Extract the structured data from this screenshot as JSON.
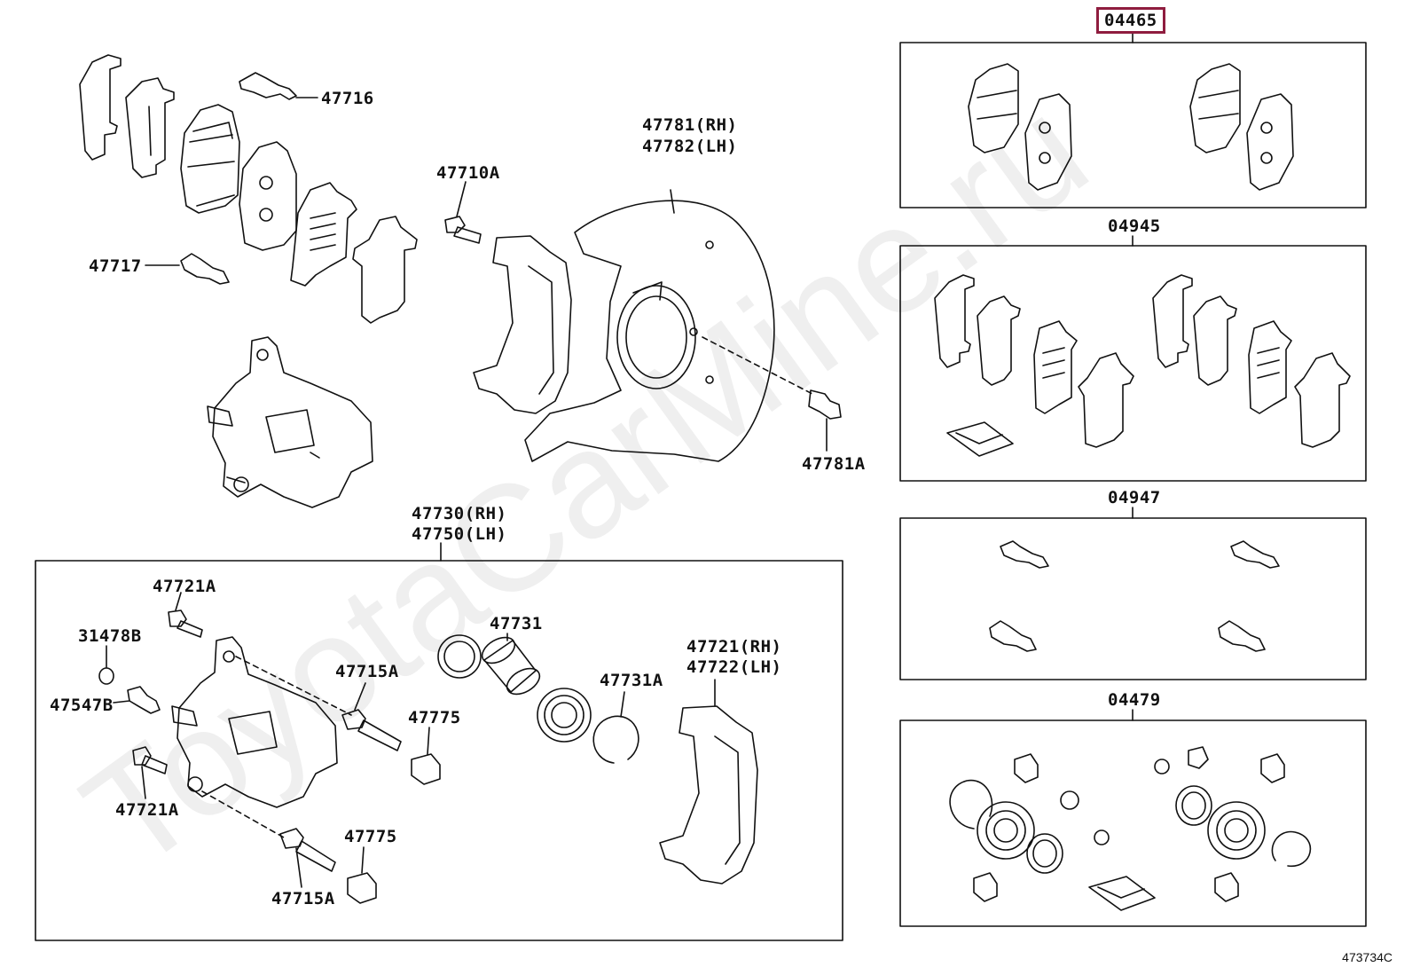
{
  "watermark": "ToyotaCarMine.ru",
  "diagram_id": "473734C",
  "highlight_part": "04465",
  "labels": {
    "p47716": "47716",
    "p47717": "47717",
    "p47710A": "47710A",
    "p47781_rh": "47781(RH)",
    "p47782_lh": "47782(LH)",
    "p47781A": "47781A",
    "p47730_rh": "47730(RH)",
    "p47750_lh": "47750(LH)",
    "p47721A_top": "47721A",
    "p31478B": "31478B",
    "p47547B": "47547B",
    "p47721A_bottom": "47721A",
    "p47715A_top": "47715A",
    "p47775_top": "47775",
    "p47775_bottom": "47775",
    "p47715A_bottom": "47715A",
    "p47731": "47731",
    "p47731A": "47731A",
    "p47721_rh": "47721(RH)",
    "p47722_lh": "47722(LH)",
    "kit04465": "04465",
    "kit04945": "04945",
    "kit04947": "04947",
    "kit04479": "04479"
  }
}
